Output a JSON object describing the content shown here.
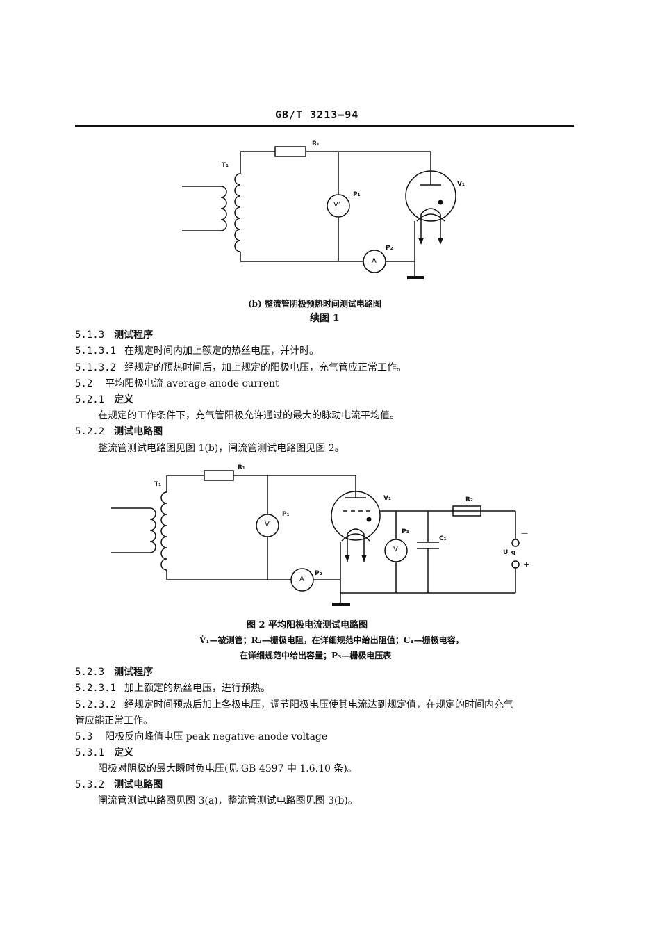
{
  "header": {
    "std_code": "GB/T  3213—94"
  },
  "figure1b": {
    "labels": {
      "r1": "R₁",
      "t1": "T₁",
      "p1": "P₁",
      "p2": "P₂",
      "v1": "V₁",
      "volt": "V'",
      "amp": "A"
    },
    "caption": "(b) 整流管阴极预热时间测试电路图",
    "cont": "续图 1"
  },
  "sections": [
    {
      "num": "5.1.3",
      "text": "测试程序"
    },
    {
      "num": "5.1.3.1",
      "text": "在规定时间内加上额定的热丝电压，并计时。"
    },
    {
      "num": "5.1.3.2",
      "text": "经规定的预热时间后，加上规定的阳极电压，充气管应正常工作。"
    },
    {
      "num": "5.2",
      "text": "平均阳极电流    average anode current"
    },
    {
      "num": "5.2.1",
      "text": "定义"
    },
    {
      "num": "",
      "text": "在规定的工作条件下，充气管阳极允许通过的最大的脉动电流平均值。"
    },
    {
      "num": "5.2.2",
      "text": "测试电路图"
    },
    {
      "num": "",
      "text": "整流管测试电路图见图 1(b)，闸流管测试电路图见图 2。"
    }
  ],
  "figure2": {
    "labels": {
      "r1": "R₁",
      "r2": "R₂",
      "t1": "T₁",
      "p1": "P₁",
      "p2": "P₂",
      "p3": "P₃",
      "v1": "V₁",
      "c1": "C₁",
      "ug": "U_g",
      "volt": "V",
      "volt3": "V",
      "amp": "A",
      "minus": "—",
      "plus": "+"
    },
    "caption": "图 2   平均阳极电流测试电路图",
    "note1": "V̇₁—被测管；R₂—栅极电阻，在详细规范中给出阻值；C₁—栅极电容，",
    "note2": "在详细规范中给出容量；P₃—栅极电压表"
  },
  "sections2": [
    {
      "num": "5.2.3",
      "text": "测试程序"
    },
    {
      "num": "5.2.3.1",
      "text": "加上额定的热丝电压，进行预热。"
    },
    {
      "num": "5.2.3.2",
      "text": "经规定时间预热后加上各极电压，调节阳极电压使其电流达到规定值，在规定的时间内充气"
    },
    {
      "num": "",
      "text": "管应能正常工作。"
    },
    {
      "num": "5.3",
      "text": "阳极反向峰值电压    peak negative anode voltage"
    },
    {
      "num": "5.3.1",
      "text": "定义"
    },
    {
      "num": "",
      "text": "阳极对阴极的最大瞬时负电压(见 GB 4597 中 1.6.10 条)。"
    },
    {
      "num": "5.3.2",
      "text": "测试电路图"
    },
    {
      "num": "",
      "text": "闸流管测试电路图见图 3(a)，整流管测试电路图见图 3(b)。"
    }
  ]
}
